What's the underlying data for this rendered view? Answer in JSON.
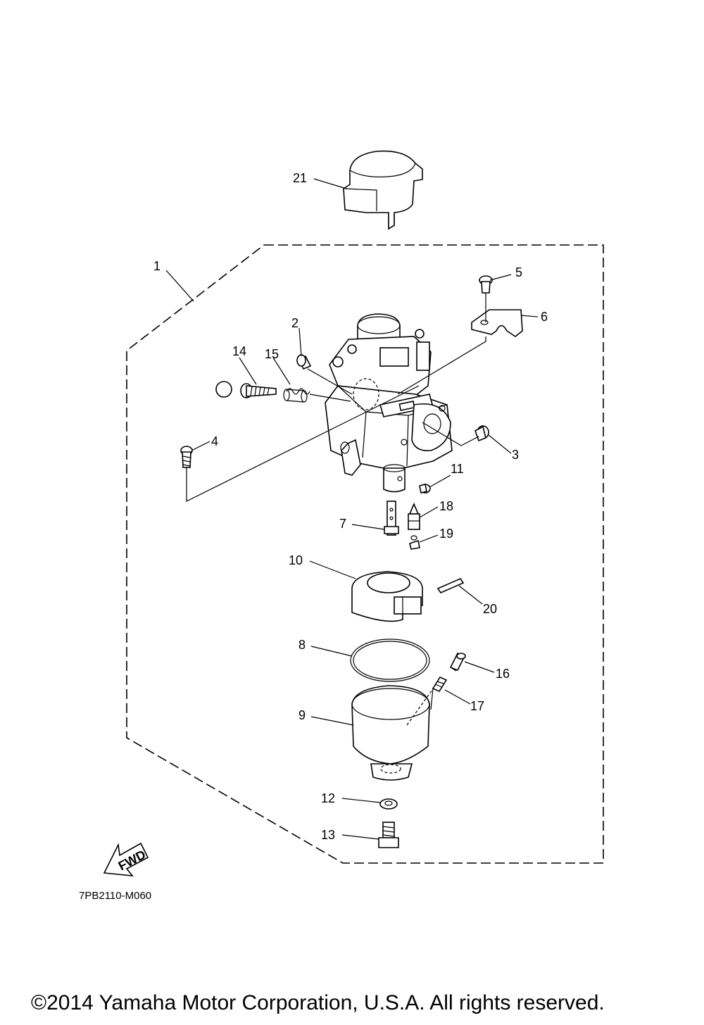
{
  "diagram": {
    "labels": {
      "p1": "1",
      "p2": "2",
      "p3": "3",
      "p4": "4",
      "p5": "5",
      "p6": "6",
      "p7": "7",
      "p8": "8",
      "p9": "9",
      "p10": "10",
      "p11": "11",
      "p12": "12",
      "p13": "13",
      "p14": "14",
      "p15": "15",
      "p16": "16",
      "p17": "17",
      "p18": "18",
      "p19": "19",
      "p20": "20",
      "p21": "21"
    },
    "fwd_arrow_text": "FWD",
    "diagram_code": "7PB2110-M060"
  },
  "footer": {
    "copyright": "©2014 Yamaha Motor Corporation, U.S.A. All rights reserved."
  }
}
